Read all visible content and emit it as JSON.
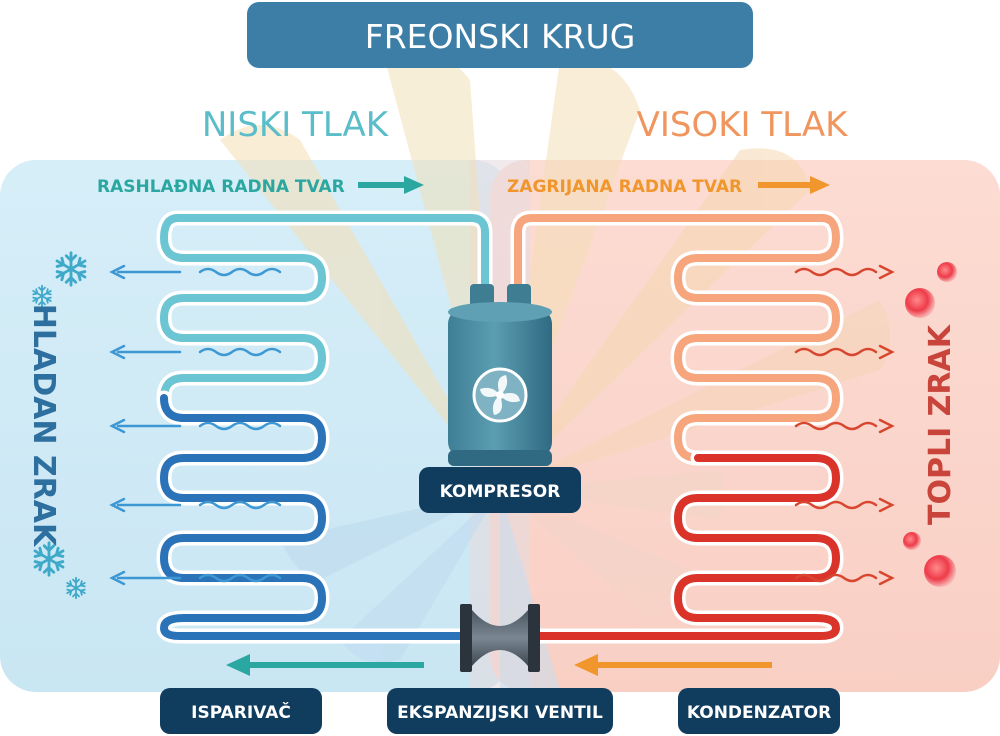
{
  "title": "FREONSKI KRUG",
  "low_side": {
    "heading": "NISKI TLAK",
    "flow_label": "RASHLAĐNA RADNA TVAR",
    "air_label": "HLADAN ZRAK",
    "component": "ISPARIVAČ"
  },
  "high_side": {
    "heading": "VISOKI TLAK",
    "flow_label": "ZAGRIJANA RADNA TVAR",
    "air_label": "TOPLI ZRAK",
    "component": "KONDENZATOR"
  },
  "compressor": {
    "label": "KOMPRESOR"
  },
  "valve": {
    "label": "EKSPANZIJSKI VENTIL"
  },
  "icons": [
    "snowflake-icon",
    "fan-icon",
    "heat-bubble-icon",
    "air-wave-icon"
  ],
  "colors": {
    "title_bg": "#3d7ea6",
    "low_bg": "#d3ecf6",
    "high_bg": "#fbd8cf",
    "low_text": "#5bbdc9",
    "low_flow": "#2aa7a0",
    "high_text": "#f0955e",
    "high_flow": "#f0962c",
    "cold_pipe_light": "#6cc5d3",
    "cold_pipe_dark": "#2a73b8",
    "hot_pipe_light": "#f6a57d",
    "hot_pipe_dark": "#d9332a",
    "label_bg": "#103c5e",
    "air_cold": "#3d97d3",
    "air_hot": "#d8462f"
  }
}
